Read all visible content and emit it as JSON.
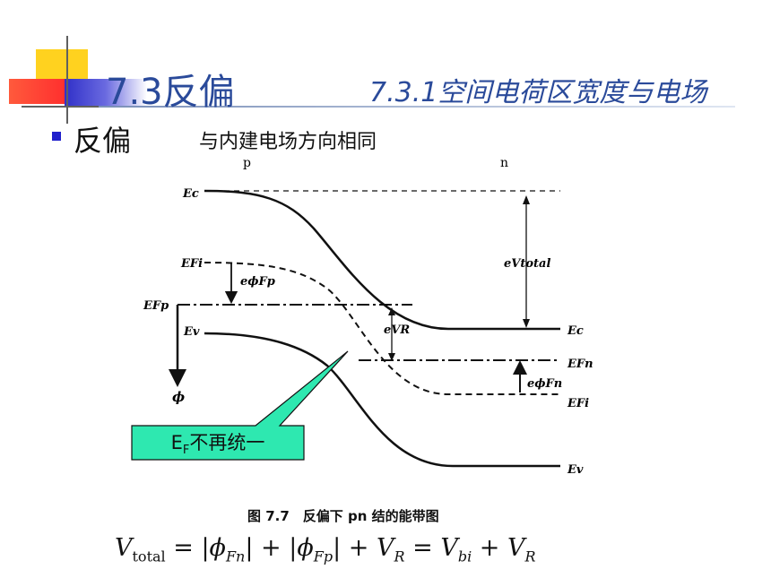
{
  "header": {
    "title": "7.3反偏",
    "subsection": "7.3.1空间电荷区宽度与电场"
  },
  "bullet": {
    "term": "反偏",
    "description": "与内建电场方向相同"
  },
  "diagram": {
    "region_p": "p",
    "region_n": "n",
    "labels": {
      "ec_left": "Ec",
      "efi_left": "EFi",
      "efp": "EFp",
      "ev_left": "Ev",
      "phi": "ϕ",
      "e_phi_fp": "eϕFp",
      "e_vr": "eVR",
      "e_vtotal": "eVtotal",
      "ec_right": "Ec",
      "efn": "EFn",
      "e_phi_fn": "eϕFn",
      "efi_right": "EFi",
      "ev_right": "Ev"
    },
    "callout": {
      "text_main": "E",
      "text_sub": "F",
      "text_rest": "不再统一",
      "fill_color": "#2ee8b0"
    },
    "caption": "图 7.7　反偏下 pn 结的能带图"
  },
  "formula": {
    "lhs_symbol": "V",
    "lhs_sub": "total",
    "term1_symbol": "ϕ",
    "term1_sub": "Fn",
    "term2_symbol": "ϕ",
    "term2_sub": "Fp",
    "term3_symbol": "V",
    "term3_sub": "R",
    "term4_symbol": "V",
    "term4_sub": "bi",
    "term5_symbol": "V",
    "term5_sub": "R"
  }
}
